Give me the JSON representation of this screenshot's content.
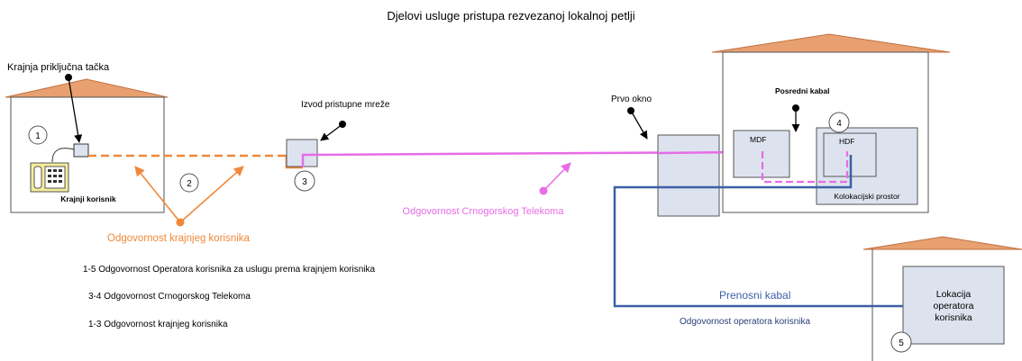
{
  "diagram": {
    "title": "Djelovi usluge pristupa rezvezanoj lokalnoj petlji",
    "labels": {
      "end_point": "Krajnja priključna tačka",
      "end_user": "Krajnji korisnik",
      "access_outlet": "Izvod pristupne mreže",
      "first_manhole": "Prvo  okno",
      "intermediate_cable": "Posredni kabal",
      "mdf": "MDF",
      "hdf": "HDF",
      "colocation": "Kolokacijski prostor",
      "transmission_cable": "Prenosni kabal",
      "operator_location_1": "Lokacija",
      "operator_location_2": "operatora",
      "operator_location_3": "korisnika"
    },
    "numbers": [
      "1",
      "2",
      "3",
      "4",
      "5"
    ],
    "responsibilities": {
      "end_user": "Odgovornost krajnjeg korisnika",
      "telekom": "Odgovornost Crnogorskog Telekoma",
      "operator": "Odgovornost operatora korisnika"
    },
    "legend": [
      "1-5 Odgovornost Operatora korisnika za uslugu prema krajnjem korisnika",
      "3-4 Odgovornost Crnogorskog Telekoma",
      "1-3 Odgovornost krajnjeg korisnika"
    ],
    "colors": {
      "orange": "#f0883a",
      "magenta": "#e86ce8",
      "blue": "#3d5fa8",
      "roof": "#e8a070",
      "box_fill": "#dde3ee"
    }
  }
}
